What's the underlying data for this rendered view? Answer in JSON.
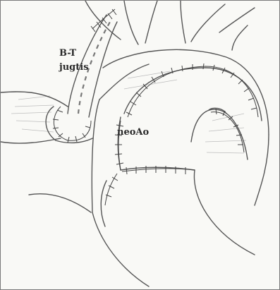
{
  "labels": {
    "shunt_line1": "B-T",
    "shunt_line2": "jugtis",
    "neoaorta": "neoAo"
  },
  "colors": {
    "pencil": "#555555",
    "pencil_light": "#9a9a9a",
    "paper": "#f9f9f6",
    "border": "#7a7a7a"
  }
}
